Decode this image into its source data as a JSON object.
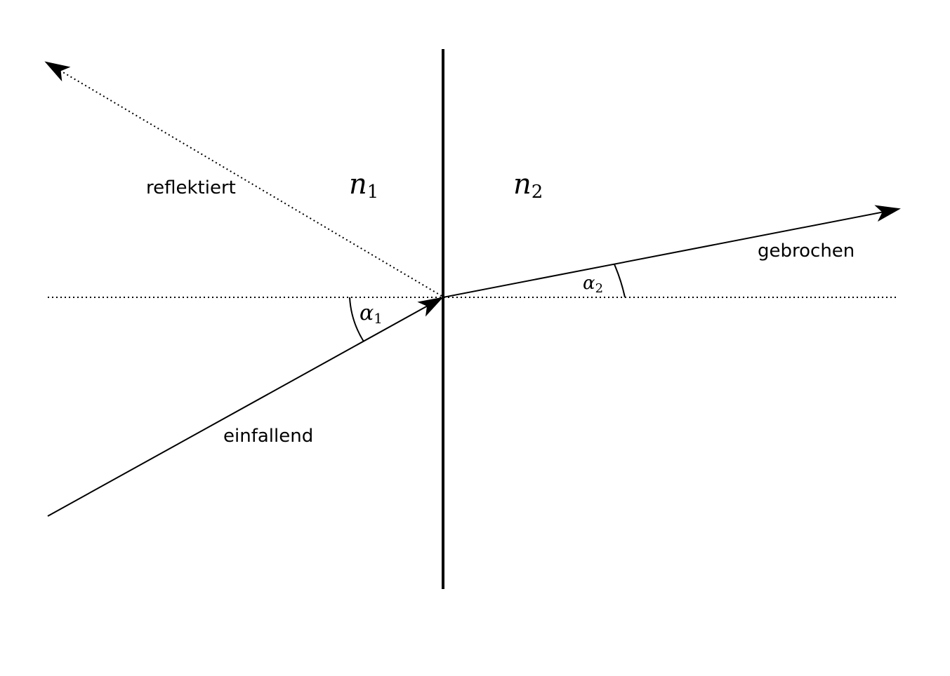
{
  "labels": {
    "reflected": "reflektiert",
    "incident": "einfallend",
    "refracted": "gebrochen"
  },
  "media": {
    "left": {
      "symbol": "n",
      "subscript": "1"
    },
    "right": {
      "symbol": "n",
      "subscript": "2"
    }
  },
  "angles": {
    "incident": {
      "symbol": "α",
      "subscript": "1"
    },
    "refracted": {
      "symbol": "α",
      "subscript": "2"
    }
  },
  "colors": {
    "ink": "#000000",
    "background": "#ffffff"
  }
}
